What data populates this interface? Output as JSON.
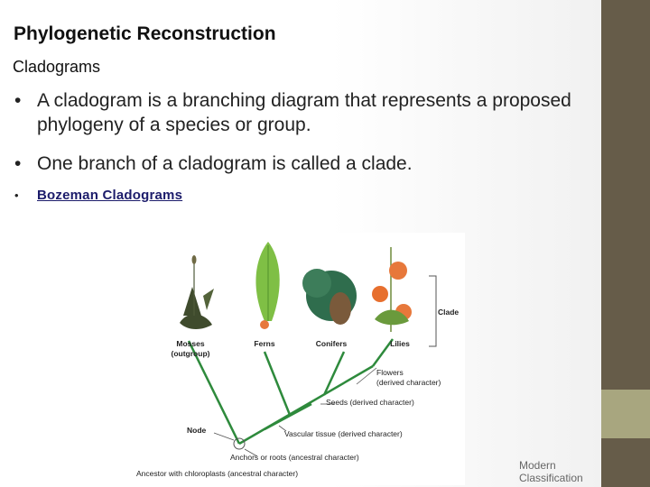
{
  "slide": {
    "title": "Phylogenetic Reconstruction",
    "subtitle": "Cladograms",
    "bullets": [
      "A cladogram is a branching diagram that represents a proposed phylogeny of a species or group.",
      "One branch of a cladogram is called a clade."
    ],
    "link": "Bozeman Cladograms",
    "footer": "Modern Classification"
  },
  "figure": {
    "groups": [
      "Mosses",
      "Ferns",
      "Conifers",
      "Lilies"
    ],
    "outgroup": "(outgroup)",
    "clade": "Clade",
    "flowers": "Flowers",
    "flowers_note": "(derived character)",
    "seeds": "Seeds (derived character)",
    "vascular": "Vascular tissue (derived character)",
    "anchors": "Anchors or roots (ancestral character)",
    "ancestor": "Ancestor with chloroplasts (ancestral character)",
    "node": "Node"
  },
  "colors": {
    "branch": "#2e8a3c",
    "side_bar": "#665c49",
    "side_accent": "#a8a67f",
    "link": "#1c1c6b"
  }
}
